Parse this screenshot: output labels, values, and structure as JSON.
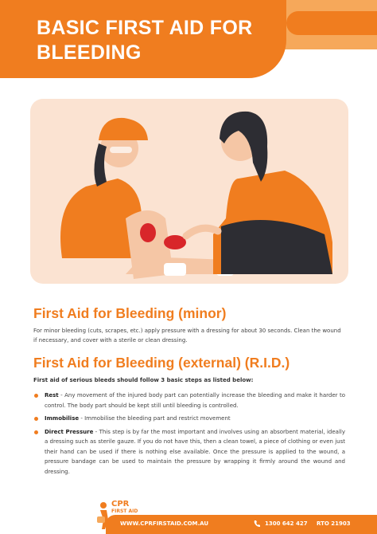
{
  "header": {
    "title": "BASIC FIRST AID FOR BLEEDING"
  },
  "colors": {
    "accent": "#f07d1f",
    "accent_light": "#f6a85a",
    "bg_panel": "#fbe3d2"
  },
  "section_minor": {
    "heading": "First Aid for Bleeding (minor)",
    "body": "For minor bleeding (cuts, scrapes, etc.) apply pressure with a dressing for about 30 seconds. Clean the wound if necessary, and cover with a sterile or clean dressing."
  },
  "section_external": {
    "heading": "First Aid for Bleeding (external) (R.I.D.)",
    "lead": "First aid of serious bleeds should follow 3 basic steps as listed below:",
    "steps": [
      {
        "term": "Rest",
        "text": " - Any movement of the injured body part can potentially increase the bleeding and make it harder to control. The body part should be kept still until bleeding is controlled."
      },
      {
        "term": "Immobilise",
        "text": " - Immobilise the bleeding part and restrict movement"
      },
      {
        "term": "Direct Pressure",
        "text": " - This step is by far the most important and involves using an absorbent material, ideally a dressing such as sterile gauze. If you do not have this, then a clean towel, a piece of clothing or even just their hand can be used if there is nothing else available. Once the pressure is applied to the wound, a pressure bandage can be used to maintain the pressure by wrapping it firmly around the wound and dressing."
      }
    ]
  },
  "logo": {
    "line1": "CPR",
    "line2": "FIRST AID"
  },
  "footer": {
    "url": "WWW.CPRFIRSTAID.COM.AU",
    "phone": "1300 642 427",
    "rto": "RTO 21903"
  }
}
